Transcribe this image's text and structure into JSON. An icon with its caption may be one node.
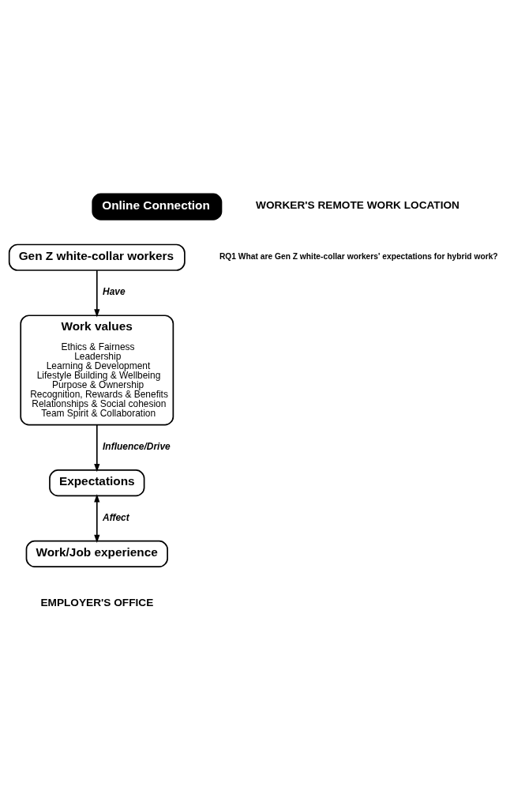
{
  "diagram": {
    "nodes": [
      {
        "text": [
          "Online Connection"
        ]
      },
      {
        "text": [
          "Gen Z white-collar workers"
        ]
      },
      {
        "text": [
          "Work values",
          "Ethics & Fairness",
          "Leadership",
          "Learning & Development",
          "Lifestyle Building & Wellbeing",
          "Purpose & Ownership",
          "Recognition, Rewards & Benefits",
          "Relationships & Social cohesion",
          "Team Spirit & Collaboration"
        ]
      },
      {
        "text": [
          "Expectations"
        ]
      },
      {
        "text": [
          "Work/Job experience"
        ]
      }
    ],
    "edges": [
      {
        "from": 1,
        "to": 2,
        "arrow": "to",
        "label": "Have"
      },
      {
        "from": 2,
        "to": 3,
        "arrow": "to",
        "label": "Influence/Drive"
      },
      {
        "from": 3,
        "to": 4,
        "arrow": "both",
        "label": "Affect"
      }
    ],
    "labels": [
      "WORKER'S REMOTE WORK LOCATION",
      "RQ1 What are Gen Z white-collar workers' expectations for hybrid work?",
      "EMPLOYER'S OFFICE"
    ]
  }
}
